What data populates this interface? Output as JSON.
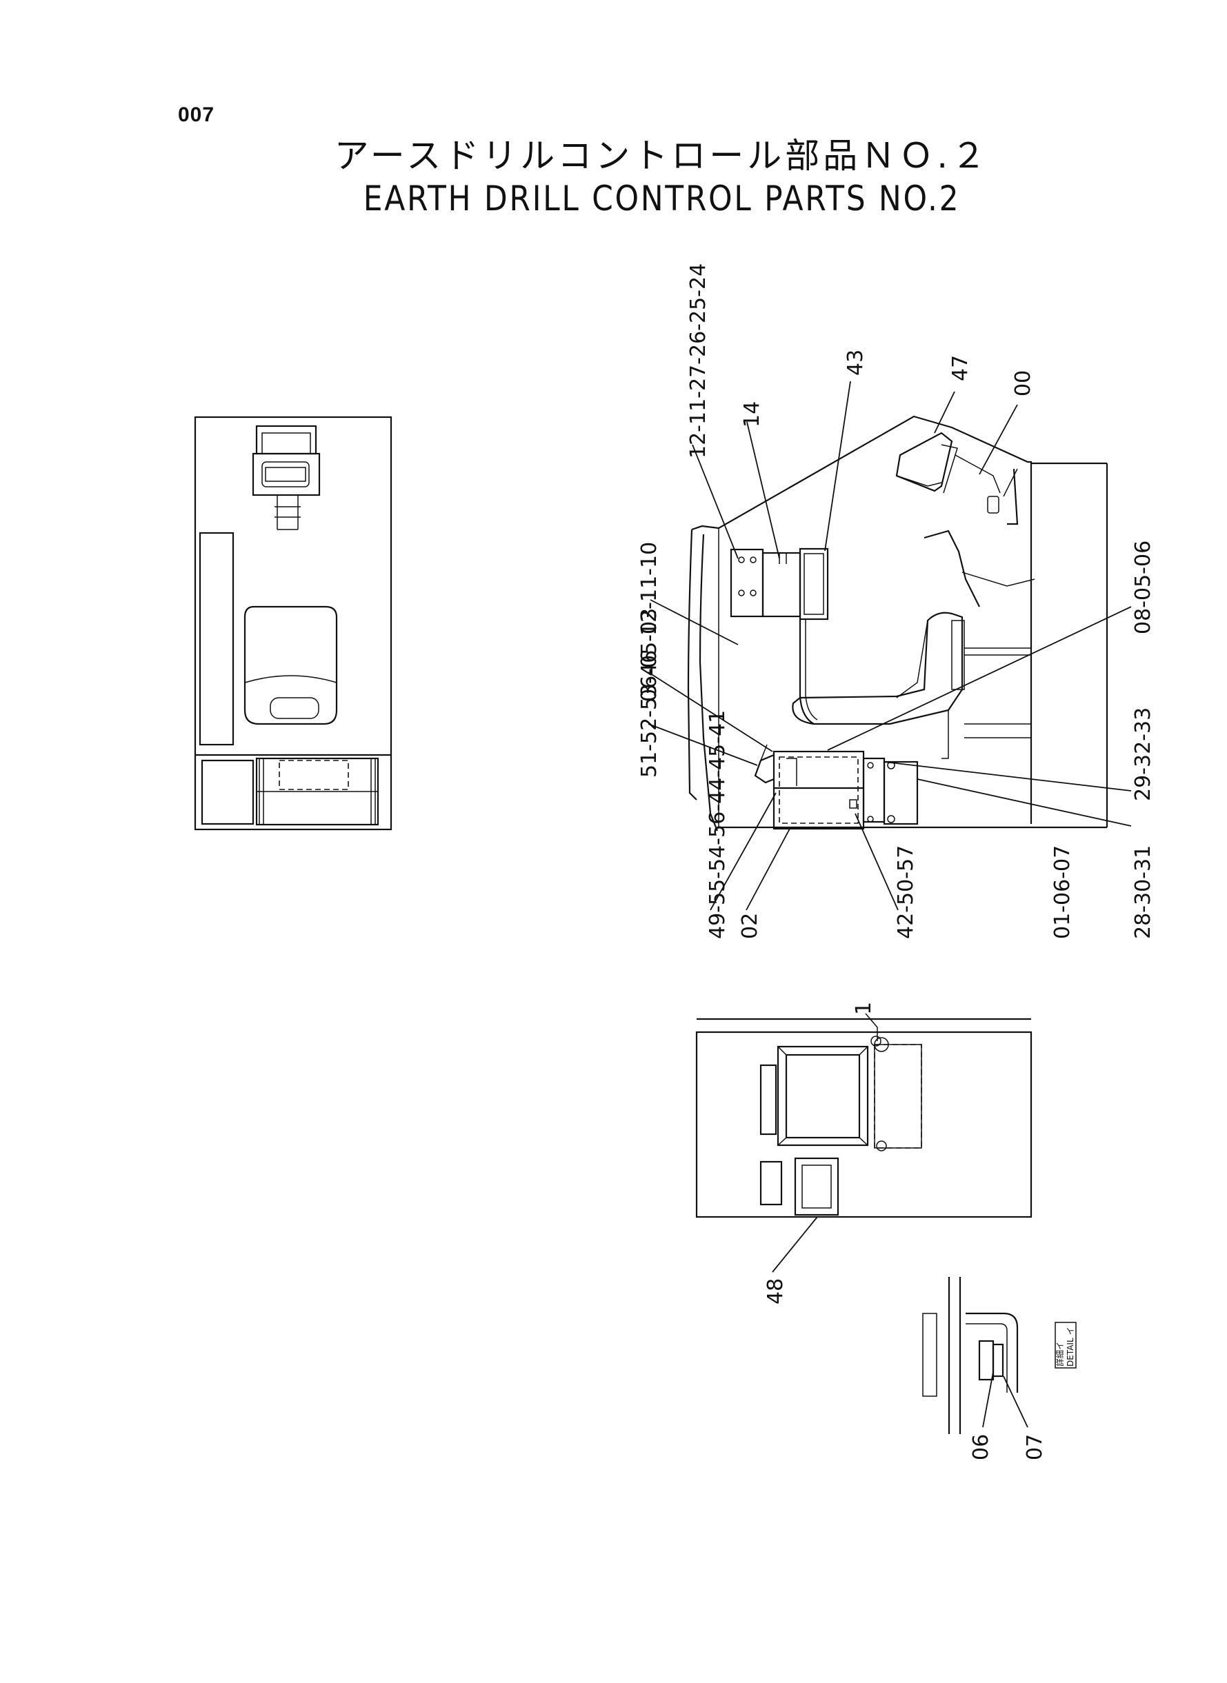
{
  "page_number": "007",
  "title_jp": "アースドリルコントロール部品ＮＯ.２",
  "title_en": "EARTH DRILL CONTROL PARTS NO.2",
  "callouts": {
    "c_43": "43",
    "c_47": "47",
    "c_00": "00",
    "c_14": "14",
    "c_top_group": "12-11-27-26-25-24",
    "c_mid_group": "12-11-10",
    "c_06_05_03": "06-05-03",
    "c_51_52_53_46": "51-52-53-46",
    "c_08_05_06": "08-05-06",
    "c_29_32_33": "29-32-33",
    "c_28_30_31": "28-30-31",
    "c_49_group": "49-55-54-56-44-45-41",
    "c_02": "02",
    "c_42_group": "42-50-57",
    "c_01_06_07": "01-06-07",
    "c_48": "48",
    "c_detail_1": "1",
    "c_detail_06": "06",
    "c_detail_07": "07"
  },
  "detail_label_jp": "詳細イ",
  "detail_label_en": "DETAIL イ"
}
